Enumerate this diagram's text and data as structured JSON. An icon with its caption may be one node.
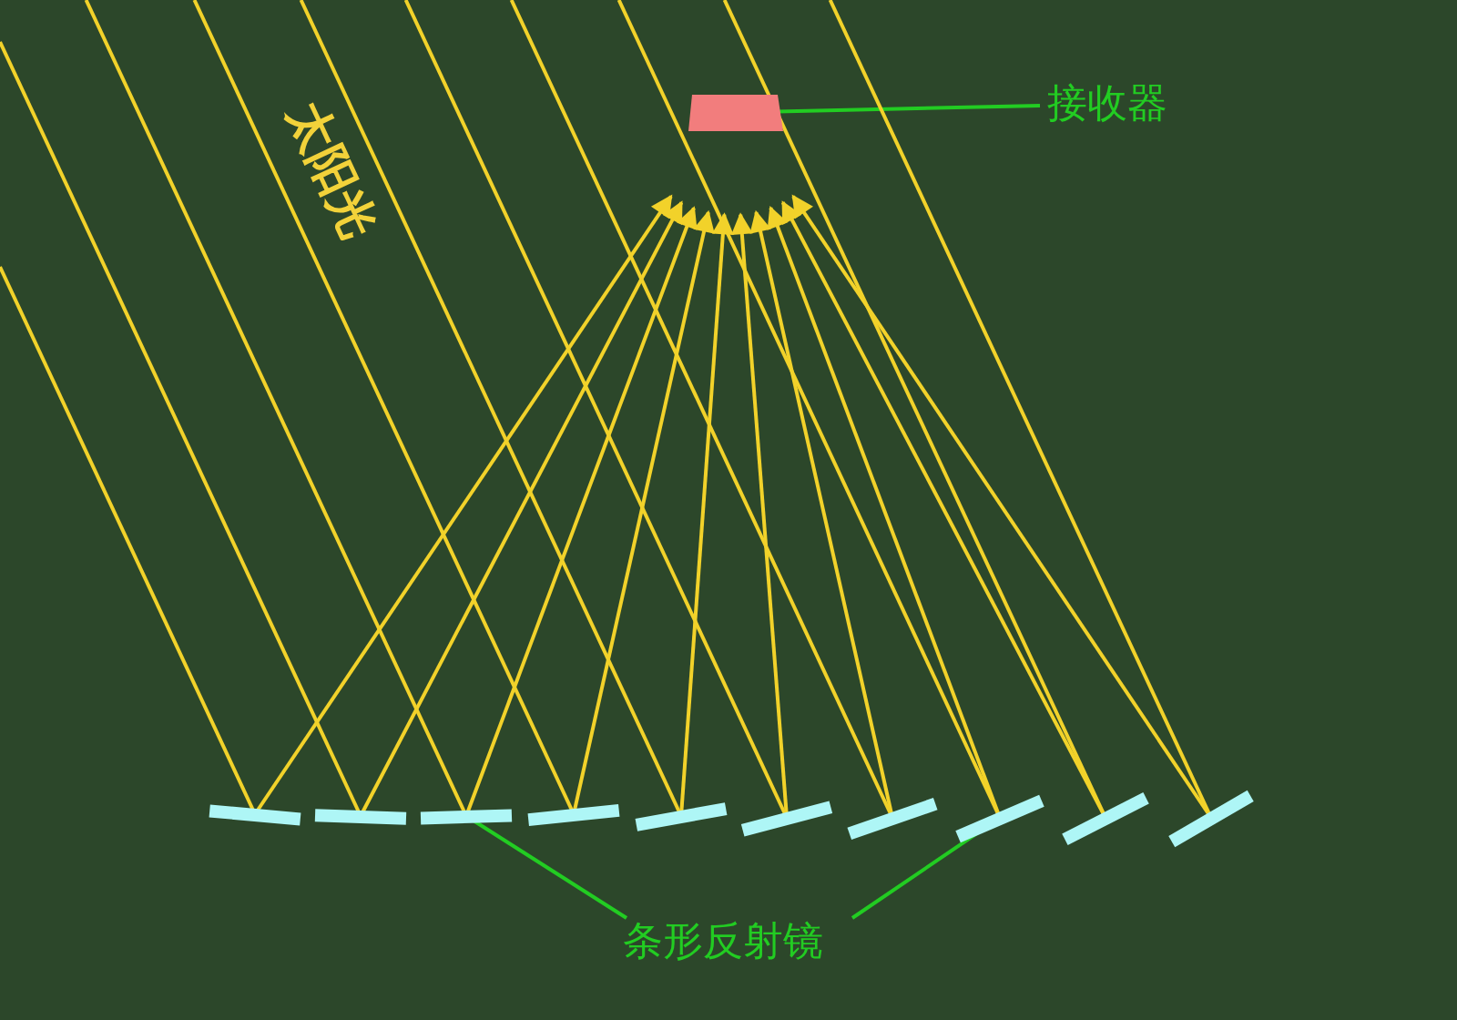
{
  "diagram": {
    "nodes": [
      {
        "text": [
          "接收器"
        ]
      },
      {
        "text": [],
        "shape": "box"
      },
      {
        "text": [],
        "shape": "bar"
      },
      {
        "text": [],
        "shape": "bar"
      },
      {
        "text": [],
        "shape": "bar"
      },
      {
        "text": [],
        "shape": "bar"
      },
      {
        "text": [],
        "shape": "bar"
      },
      {
        "text": [],
        "shape": "bar"
      },
      {
        "text": [],
        "shape": "bar"
      },
      {
        "text": [],
        "shape": "bar"
      },
      {
        "text": [],
        "shape": "bar"
      },
      {
        "text": [],
        "shape": "bar"
      },
      {
        "text": [
          "条形反射镜"
        ]
      }
    ],
    "edges": [
      {
        "from": 0,
        "to": 1,
        "arrow": "none",
        "color": "#22cc22"
      },
      {
        "from": 12,
        "to": 4,
        "arrow": "none",
        "color": "#22cc22"
      },
      {
        "from": 12,
        "to": 9,
        "arrow": "none",
        "color": "#22cc22"
      },
      {
        "from": null,
        "to": 2,
        "arrow": "none"
      },
      {
        "from": null,
        "to": 3,
        "arrow": "none"
      },
      {
        "from": null,
        "to": 4,
        "arrow": "none"
      },
      {
        "from": null,
        "to": 5,
        "arrow": "none"
      },
      {
        "from": null,
        "to": 6,
        "arrow": "none"
      },
      {
        "from": null,
        "to": 7,
        "arrow": "none"
      },
      {
        "from": null,
        "to": 8,
        "arrow": "none"
      },
      {
        "from": null,
        "to": 9,
        "arrow": "none"
      },
      {
        "from": null,
        "to": 10,
        "arrow": "none"
      },
      {
        "from": null,
        "to": 11,
        "arrow": "none"
      },
      {
        "from": 2,
        "to": 1,
        "arrow": "to"
      },
      {
        "from": 3,
        "to": 1,
        "arrow": "to"
      },
      {
        "from": 4,
        "to": 1,
        "arrow": "to"
      },
      {
        "from": 5,
        "to": 1,
        "arrow": "to"
      },
      {
        "from": 6,
        "to": 1,
        "arrow": "to"
      },
      {
        "from": 7,
        "to": 1,
        "arrow": "to"
      },
      {
        "from": 8,
        "to": 1,
        "arrow": "to"
      },
      {
        "from": 9,
        "to": 1,
        "arrow": "to"
      },
      {
        "from": 10,
        "to": 1,
        "arrow": "to"
      },
      {
        "from": 11,
        "to": 1,
        "arrow": "to"
      }
    ],
    "labels": [
      "太阳光"
    ]
  }
}
